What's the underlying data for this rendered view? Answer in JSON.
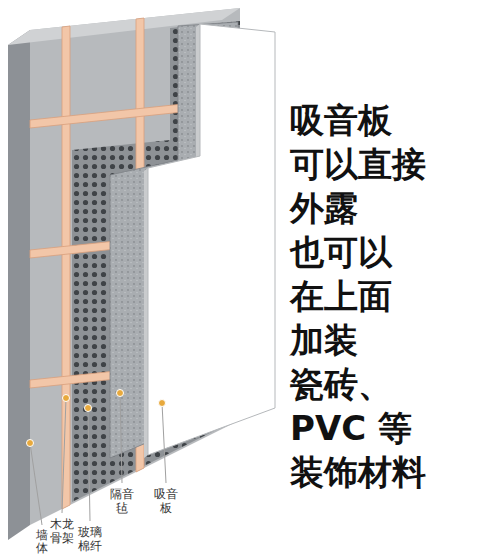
{
  "diagram": {
    "labels": [
      "吸音板 可以直接 外露 也可以 在上面 加装 瓷砖、PVC 等 装饰材料",
      "墙体",
      "木龙骨架",
      "玻璃棉纤",
      "隔音毡",
      "吸音板"
    ]
  }
}
